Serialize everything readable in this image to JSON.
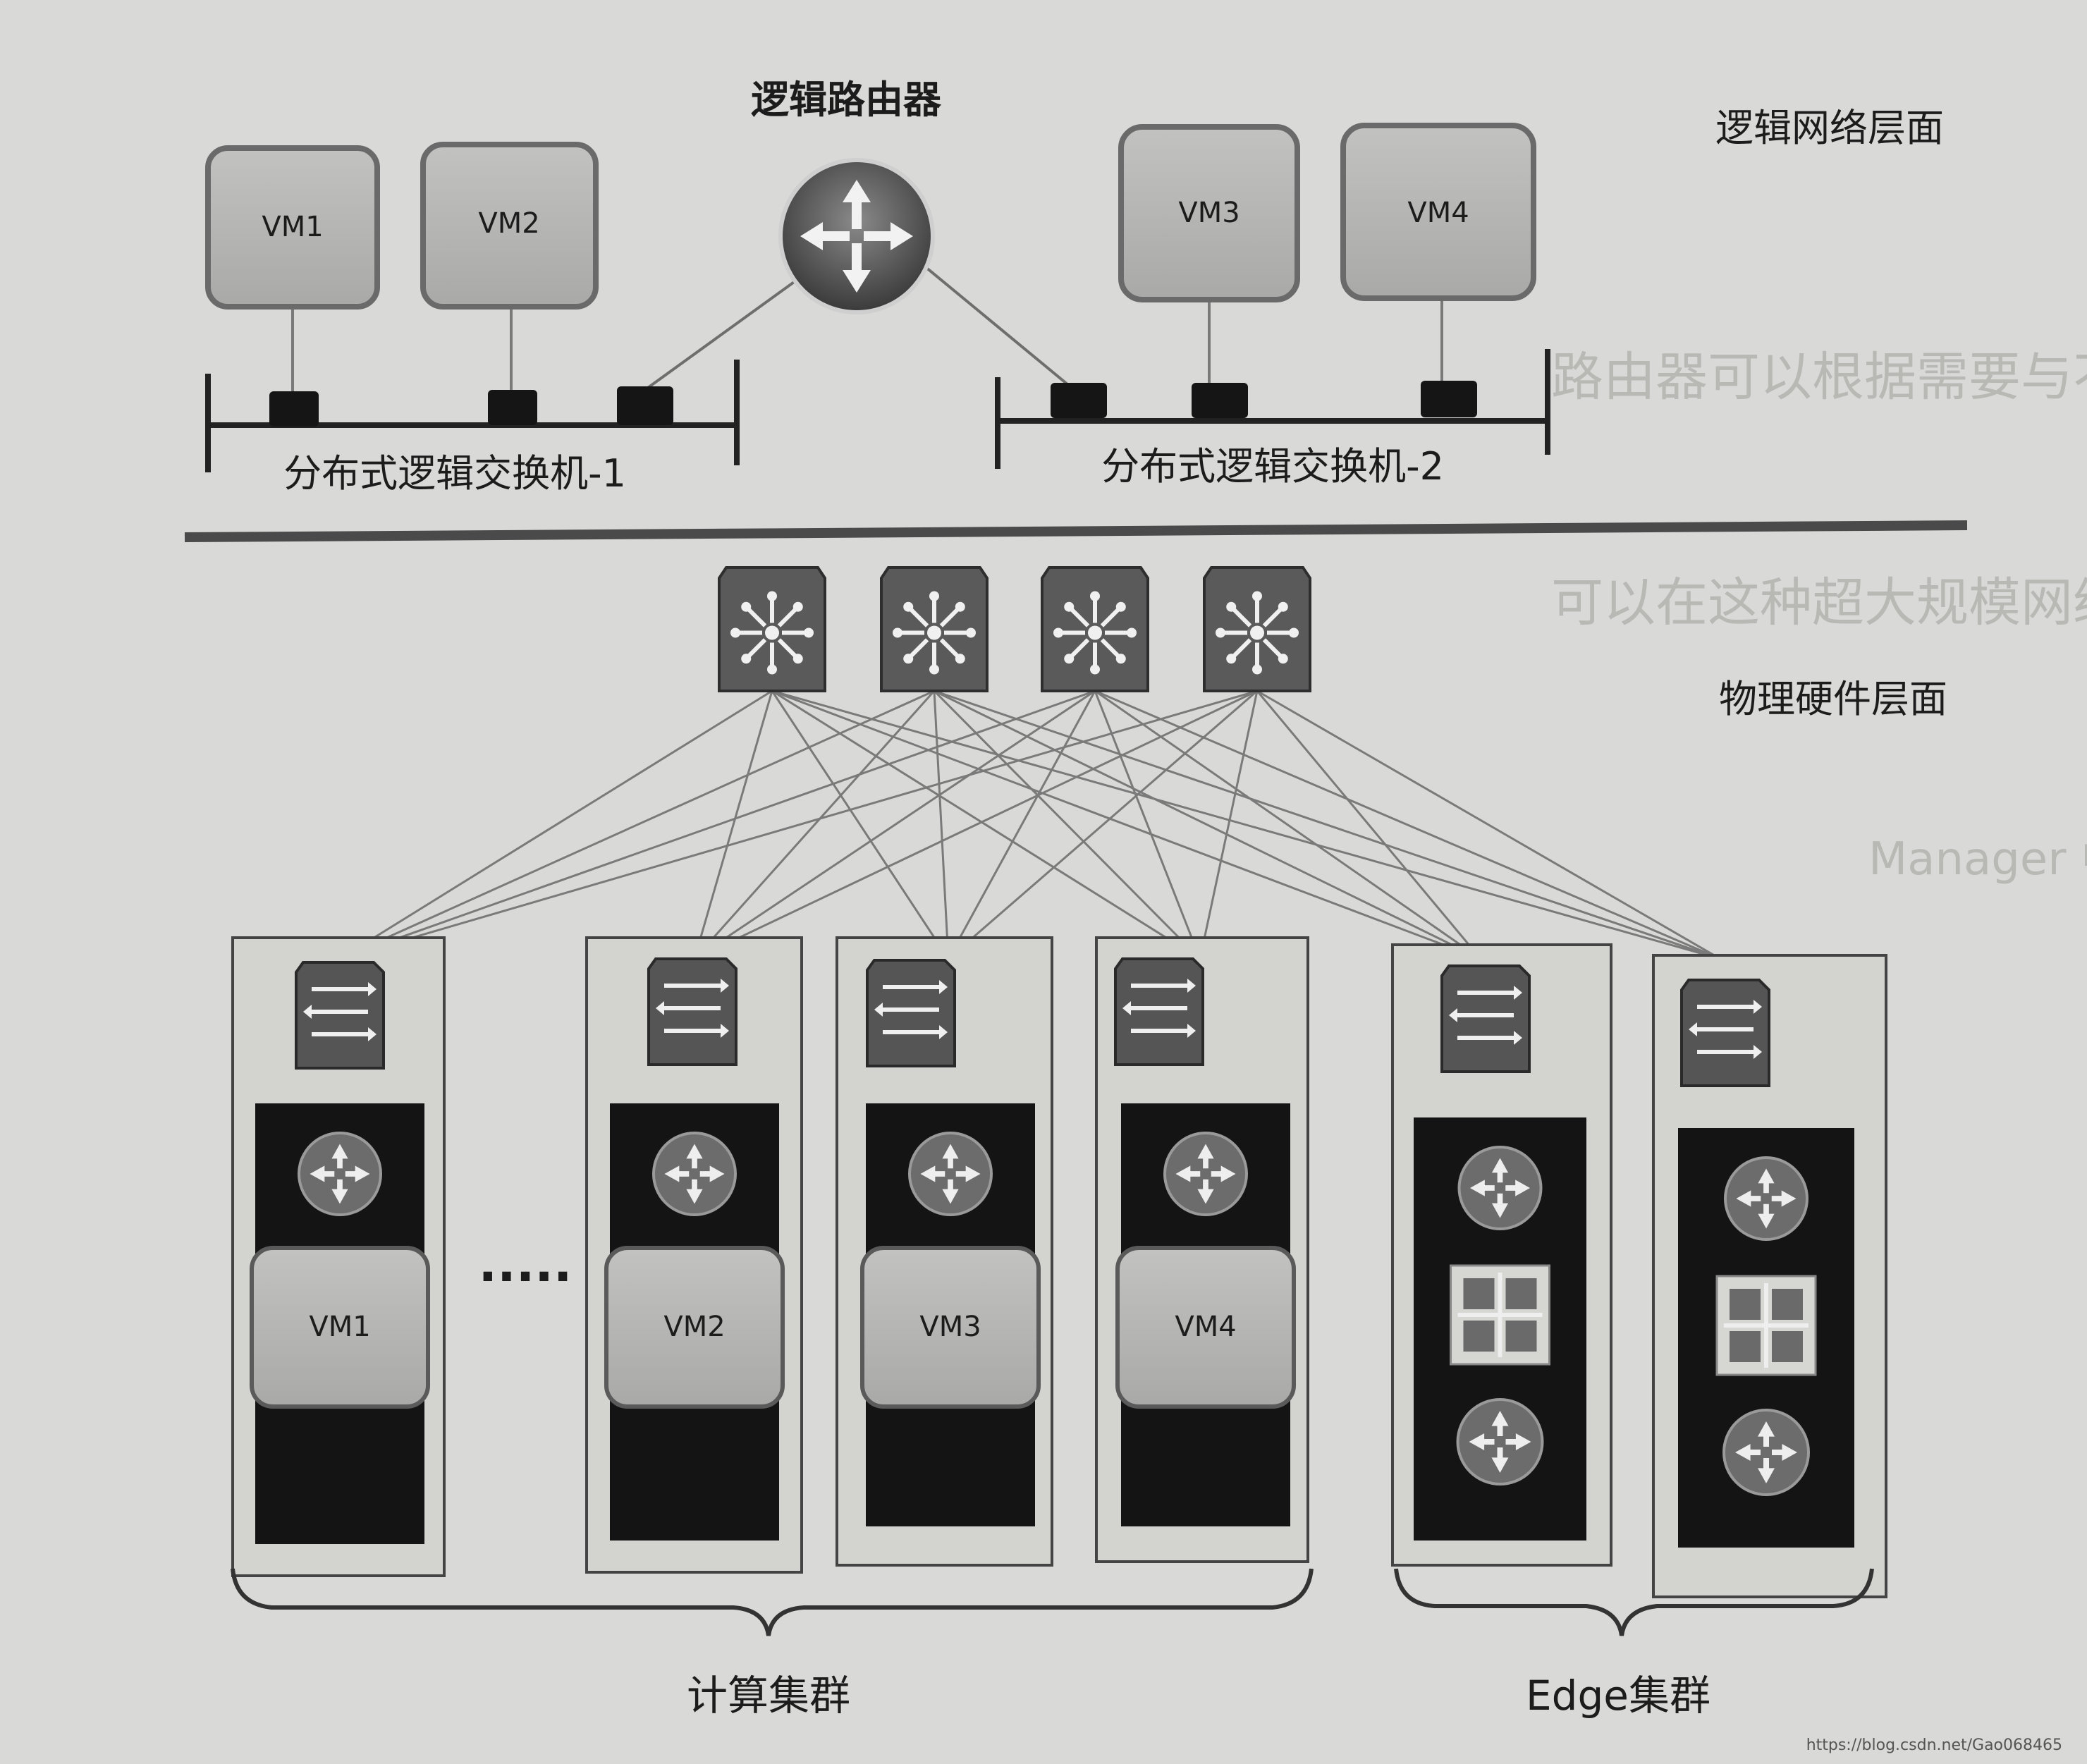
{
  "background_text": {
    "lines": [
      "路由器可以根据需要与不同独立的设备",
      "可以在这种超大规模网络中独立的逻辑网络",
      "Manager 中可以"
    ]
  },
  "logical_layer": {
    "router_label": "逻辑路由器",
    "layer_label": "逻辑网络层面",
    "vms": [
      "VM1",
      "VM2",
      "VM3",
      "VM4"
    ],
    "switches": [
      "分布式逻辑交换机-1",
      "分布式逻辑交换机-2"
    ]
  },
  "physical_layer": {
    "layer_label": "物理硬件层面",
    "host_vms": [
      "VM1",
      "VM2",
      "VM3",
      "VM4"
    ],
    "ellipsis": "·····",
    "clusters": [
      "计算集群",
      "Edge集群"
    ]
  },
  "watermark": "https://blog.csdn.net/Gao068465",
  "colors": {
    "page": "#d9d9d7",
    "vm_fill": "#b4b4b2",
    "dark_panel": "#141414",
    "device": "#5a5a5a",
    "line": "#777777"
  }
}
